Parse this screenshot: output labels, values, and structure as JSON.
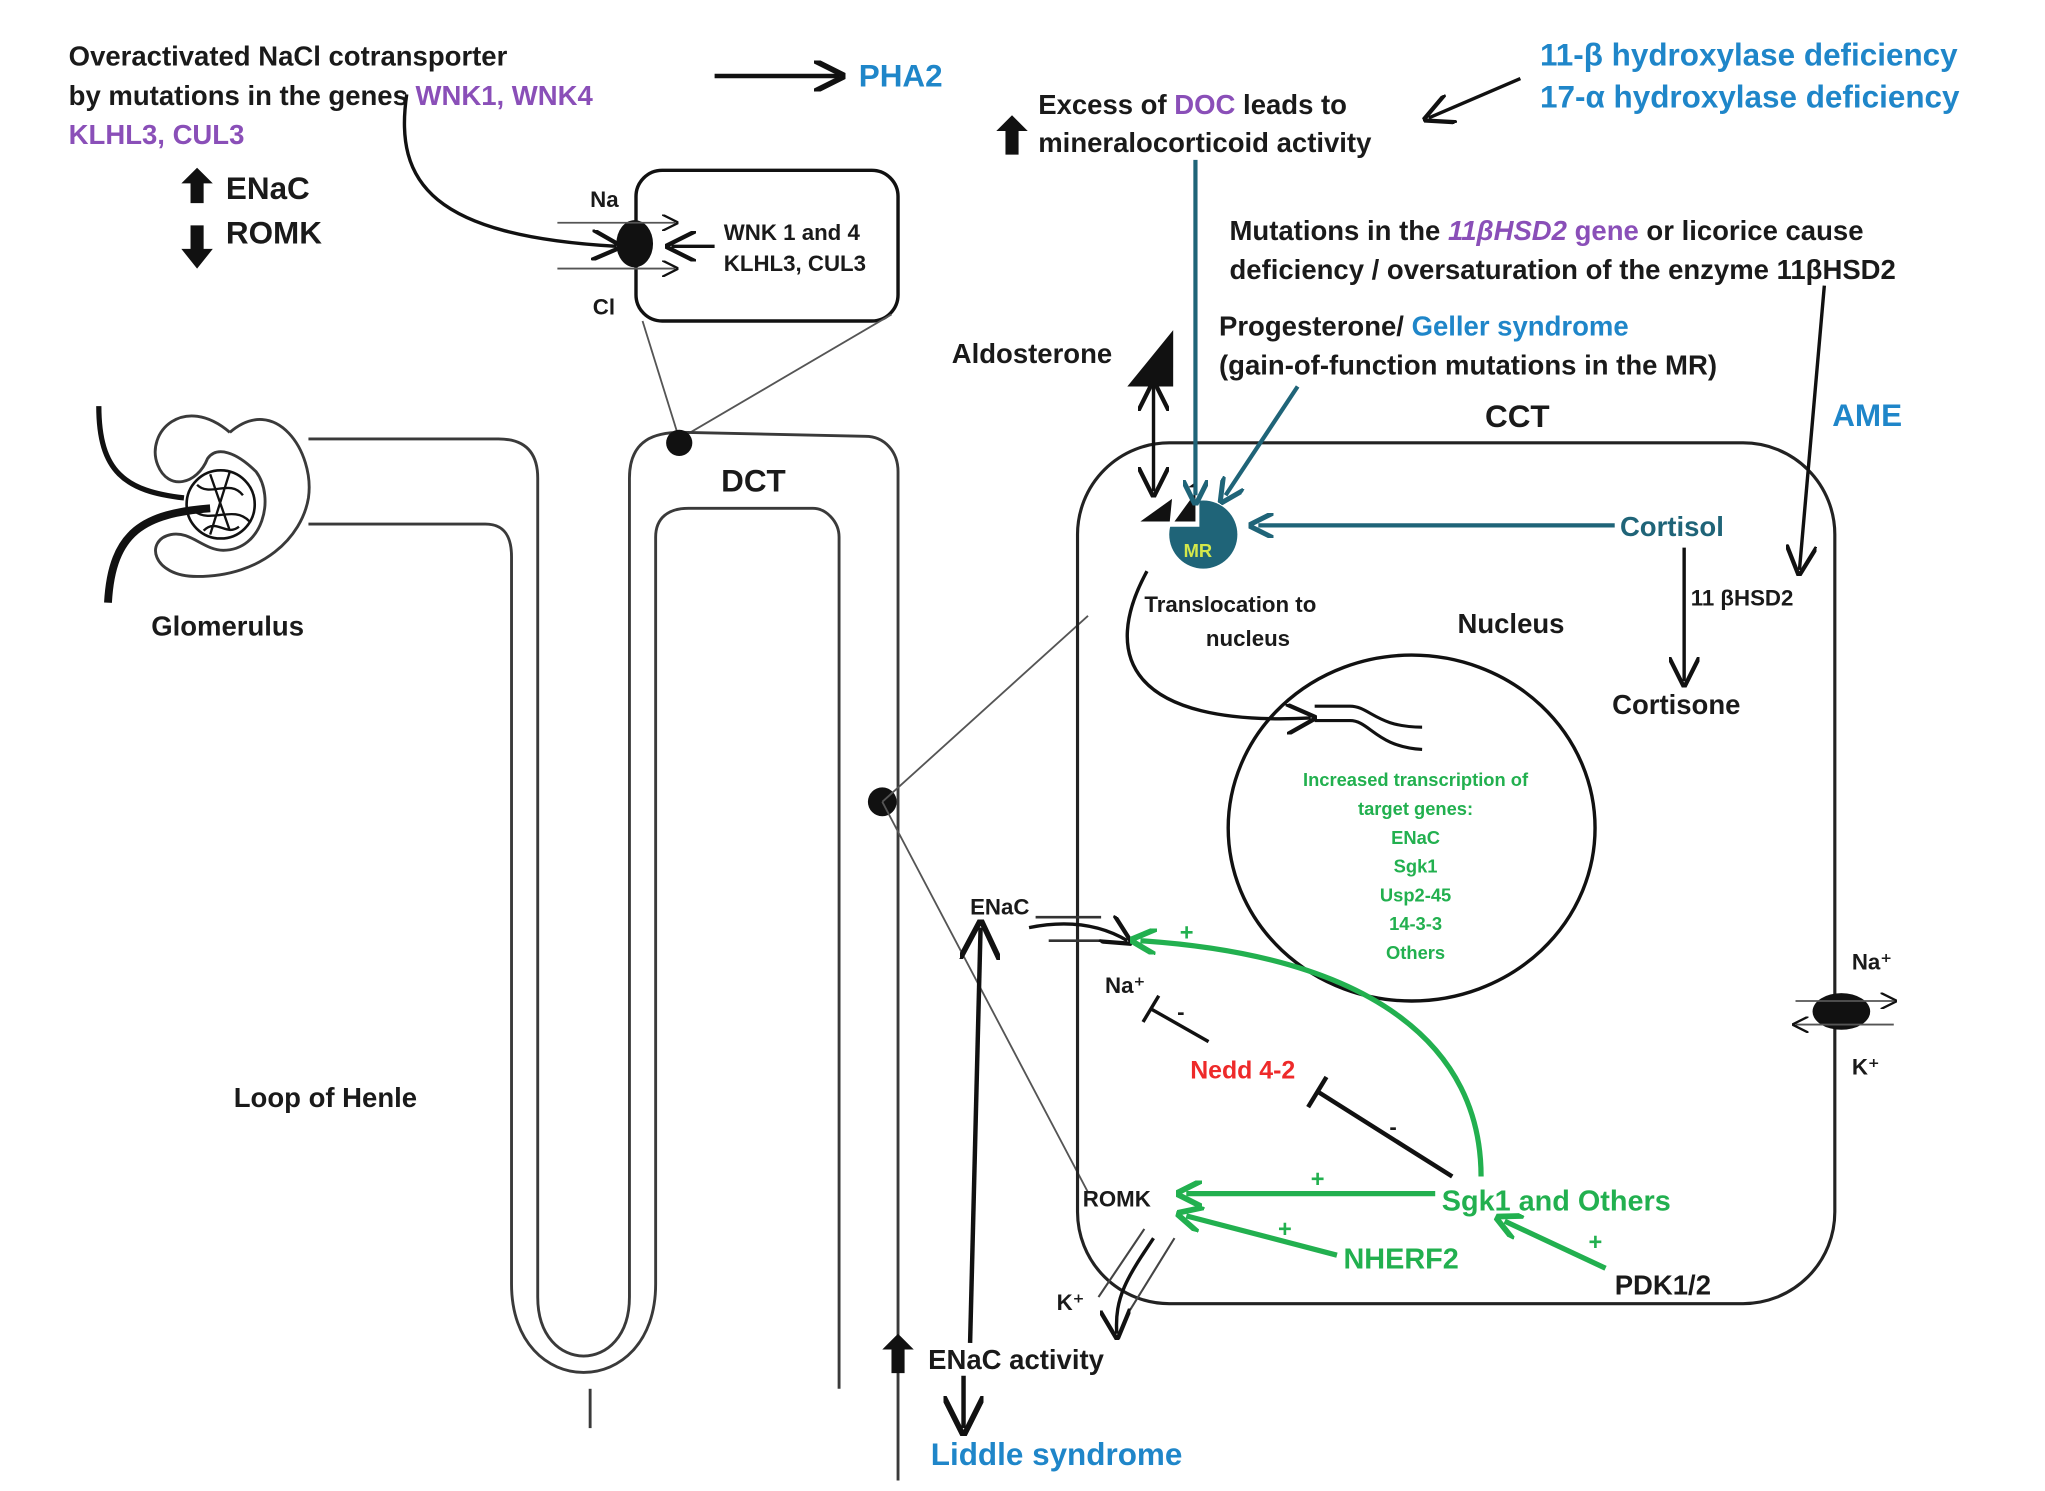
{
  "top_left": {
    "line1": "Overactivated NaCl cotransporter",
    "line2_prefix": "by mutations in the genes ",
    "line2_genes": "WNK1, WNK4",
    "line3_genes": "KLHL3, CUL3",
    "result": "PHA2",
    "up_label": "ENaC",
    "down_label": "ROMK"
  },
  "dct_inset": {
    "na": "Na",
    "cl": "Cl",
    "reg_line1": "WNK 1 and 4",
    "reg_line2": "KLHL3, CUL3"
  },
  "nephron": {
    "glomerulus": "Glomerulus",
    "loop": "Loop of Henle",
    "dct": "DCT"
  },
  "doc": {
    "line1_prefix": "Excess of ",
    "line1_doc": "DOC",
    "line1_suffix": " leads to",
    "line2": "mineralocorticoid activity"
  },
  "deficiencies": {
    "line1": "11-β hydroxylase deficiency",
    "line2": "17-α hydroxylase deficiency"
  },
  "hsd2_note": {
    "line1_prefix": "Mutations in the ",
    "line1_gene": "11βHSD2",
    "line1_gene_word": " gene",
    "line1_suffix": " or licorice cause",
    "line2": "deficiency / oversaturation of the enzyme 11βHSD2"
  },
  "geller": {
    "line1_prefix": "Progesterone/ ",
    "line1_syndrome": "Geller syndrome",
    "line2": "(gain-of-function mutations in the MR)"
  },
  "cct": {
    "title": "CCT",
    "aldosterone": "Aldosterone",
    "ame": "AME",
    "mr": "MR",
    "cortisol": "Cortisol",
    "enzyme": "11 βHSD2",
    "cortisone": "Cortisone",
    "translocation_line1": "Translocation to",
    "translocation_line2": "nucleus",
    "nucleus": "Nucleus",
    "transcription": [
      "Increased transcription of",
      "target genes:",
      "ENaC",
      "Sgk1",
      "Usp2-45",
      "14-3-3",
      "Others"
    ],
    "enac": "ENaC",
    "na_plus": "Na⁺",
    "nedd": "Nedd 4-2",
    "romk": "ROMK",
    "sgk1": "Sgk1 and Others",
    "nherf2": "NHERF2",
    "pdk": "PDK1/2",
    "k_plus": "K⁺",
    "pump_na": "Na⁺",
    "pump_k": "K⁺",
    "plus": "+",
    "minus": "-"
  },
  "bottom": {
    "enac_activity": "ENaC activity",
    "liddle": "Liddle syndrome"
  },
  "colors": {
    "purple": "#8a4fb8",
    "blue": "#1f86c9",
    "green": "#22b04f",
    "red": "#ee2a2a",
    "teal": "#1f6478",
    "mr_text": "#d4e84a"
  }
}
